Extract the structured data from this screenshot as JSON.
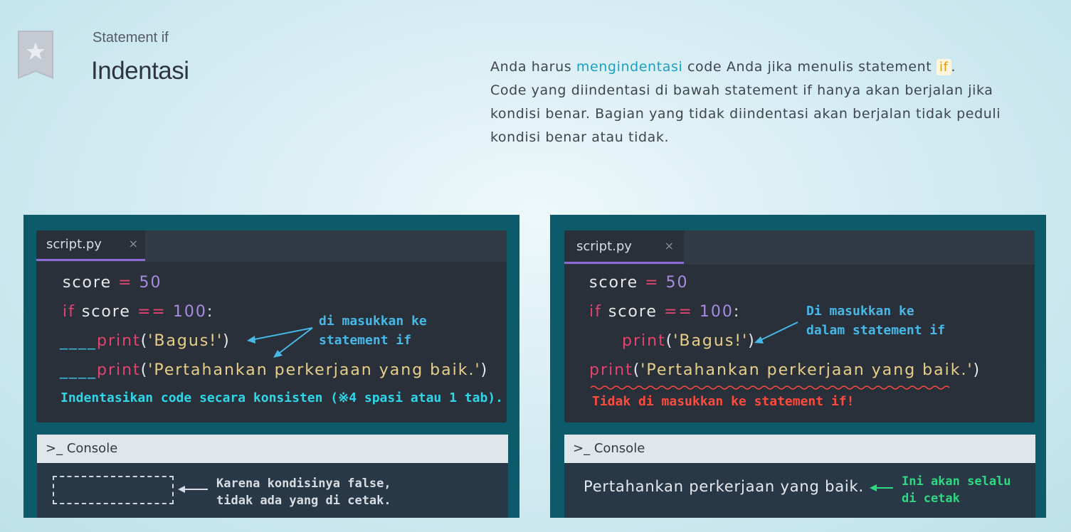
{
  "header": {
    "subtitle": "Statement if",
    "title": "Indentasi"
  },
  "description": {
    "line1_pre": "Anda harus ",
    "line1_link": "mengindentasi",
    "line1_mid": " code Anda jika menulis statement ",
    "line1_code": "if",
    "line1_post": ".",
    "line2": "Code yang diindentasi di bawah statement if hanya akan berjalan jika",
    "line3": "kondisi benar. Bagian yang tidak diindentasi akan berjalan tidak peduli",
    "line4": "kondisi benar atau tidak."
  },
  "left_panel": {
    "tab_name": "script.py",
    "tab_close": "×",
    "code": {
      "l1_var": "score",
      "l1_op": " = ",
      "l1_num": "50",
      "l2_kw": "if",
      "l2_var": " score ",
      "l2_op": "==",
      "l2_num": " 100",
      "l2_colon": ":",
      "l3_indent": "____",
      "l3_fn": "print",
      "l3_paren_open": "(",
      "l3_str": "'Bagus!'",
      "l3_paren_close": ")",
      "l4_indent": "____",
      "l4_fn": "print",
      "l4_paren_open": "(",
      "l4_str": "'Pertahankan perkerjaan yang baik.'",
      "l4_paren_close": ")"
    },
    "note_indent": "di masukkan ke\nstatement if",
    "note_consistent": "Indentasikan code secara konsisten (※4 spasi atau 1 tab).",
    "console_label": "Console",
    "console_note": "Karena kondisinya false,\ntidak ada yang di cetak."
  },
  "right_panel": {
    "tab_name": "script.py",
    "tab_close": "×",
    "code": {
      "l1_var": "score",
      "l1_op": " = ",
      "l1_num": "50",
      "l2_kw": "if",
      "l2_var": " score ",
      "l2_op": "==",
      "l2_num": " 100",
      "l2_colon": ":",
      "l3_fn": "print",
      "l3_paren_open": "(",
      "l3_str": "'Bagus!'",
      "l3_paren_close": ")",
      "l4_fn": "print",
      "l4_paren_open": "(",
      "l4_str": "'Pertahankan perkerjaan yang baik.'",
      "l4_paren_close": ")"
    },
    "note_inside": "Di masukkan ke\ndalam statement if",
    "note_outside": "Tidak di masukkan ke statement if!",
    "console_label": "Console",
    "console_output": "Pertahankan perkerjaan yang baik.",
    "console_note": "Ini akan selalu\ndi cetak"
  },
  "colors": {
    "panel_bg": "#0c5a6a",
    "editor_bg": "#2a3039",
    "keyword": "#e3446e",
    "number": "#a68be0",
    "string": "#e7cf8a",
    "tab_underline": "#8e6ad6",
    "note_blue": "#47b8e6",
    "note_cyan": "#2fd6e8",
    "note_red": "#ff4a3c",
    "note_green": "#2fd980",
    "link": "#1aa0c8"
  },
  "icons": {
    "bookmark": "bookmark-star-icon",
    "console": "terminal-prompt-icon",
    "tab_close": "close-icon"
  }
}
